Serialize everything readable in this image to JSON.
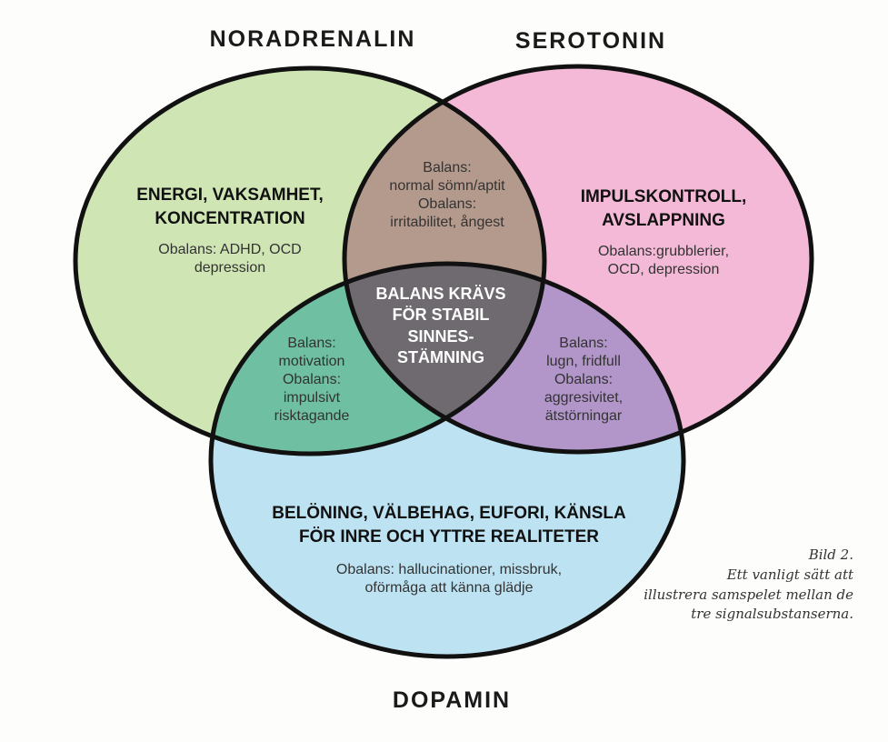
{
  "titles": {
    "noradrenalin": "NORADRENALIN",
    "serotonin": "SEROTONIN",
    "dopamin": "DOPAMIN"
  },
  "regions": {
    "noradrenalin": {
      "heading": [
        "ENERGI, VAKSAMHET,",
        "KONCENTRATION"
      ],
      "text": [
        "Obalans: ADHD, OCD",
        "depression"
      ]
    },
    "serotonin": {
      "heading": [
        "IMPULSKONTROLL,",
        "AVSLAPPNING"
      ],
      "text": [
        "Obalans:grubblerier,",
        "OCD, depression"
      ]
    },
    "dopamin": {
      "heading": [
        "BELÖNING, VÄLBEHAG, EUFORI, KÄNSLA",
        "FÖR INRE OCH YTTRE REALITETER"
      ],
      "text": [
        "Obalans: hallucinationer, missbruk,",
        "oförmåga att känna glädje"
      ]
    },
    "nor_ser": {
      "text": [
        "Balans:",
        "normal sömn/aptit",
        "Obalans:",
        "irritabilitet, ångest"
      ]
    },
    "nor_dop": {
      "text": [
        "Balans:",
        "motivation",
        "Obalans:",
        "impulsivt",
        "risktagande"
      ]
    },
    "ser_dop": {
      "text": [
        "Balans:",
        "lugn, fridfull",
        "Obalans:",
        "aggresivitet,",
        "ätstörningar"
      ]
    },
    "center": {
      "text": [
        "BALANS KRÄVS",
        "FÖR STABIL",
        "SINNES-",
        "STÄMNING"
      ]
    }
  },
  "caption": [
    "Bild 2.",
    "Ett vanligt sätt att",
    "illustrera samspelet mellan de",
    "tre signalsubstanserna."
  ],
  "colors": {
    "green": "#cfe6b4",
    "pink": "#f3b9d6",
    "blue": "#bde2f2",
    "green_pink": "#b49a8c",
    "green_blue": "#6fc0a2",
    "pink_blue": "#b295c9",
    "center": "#6e6a6f"
  }
}
